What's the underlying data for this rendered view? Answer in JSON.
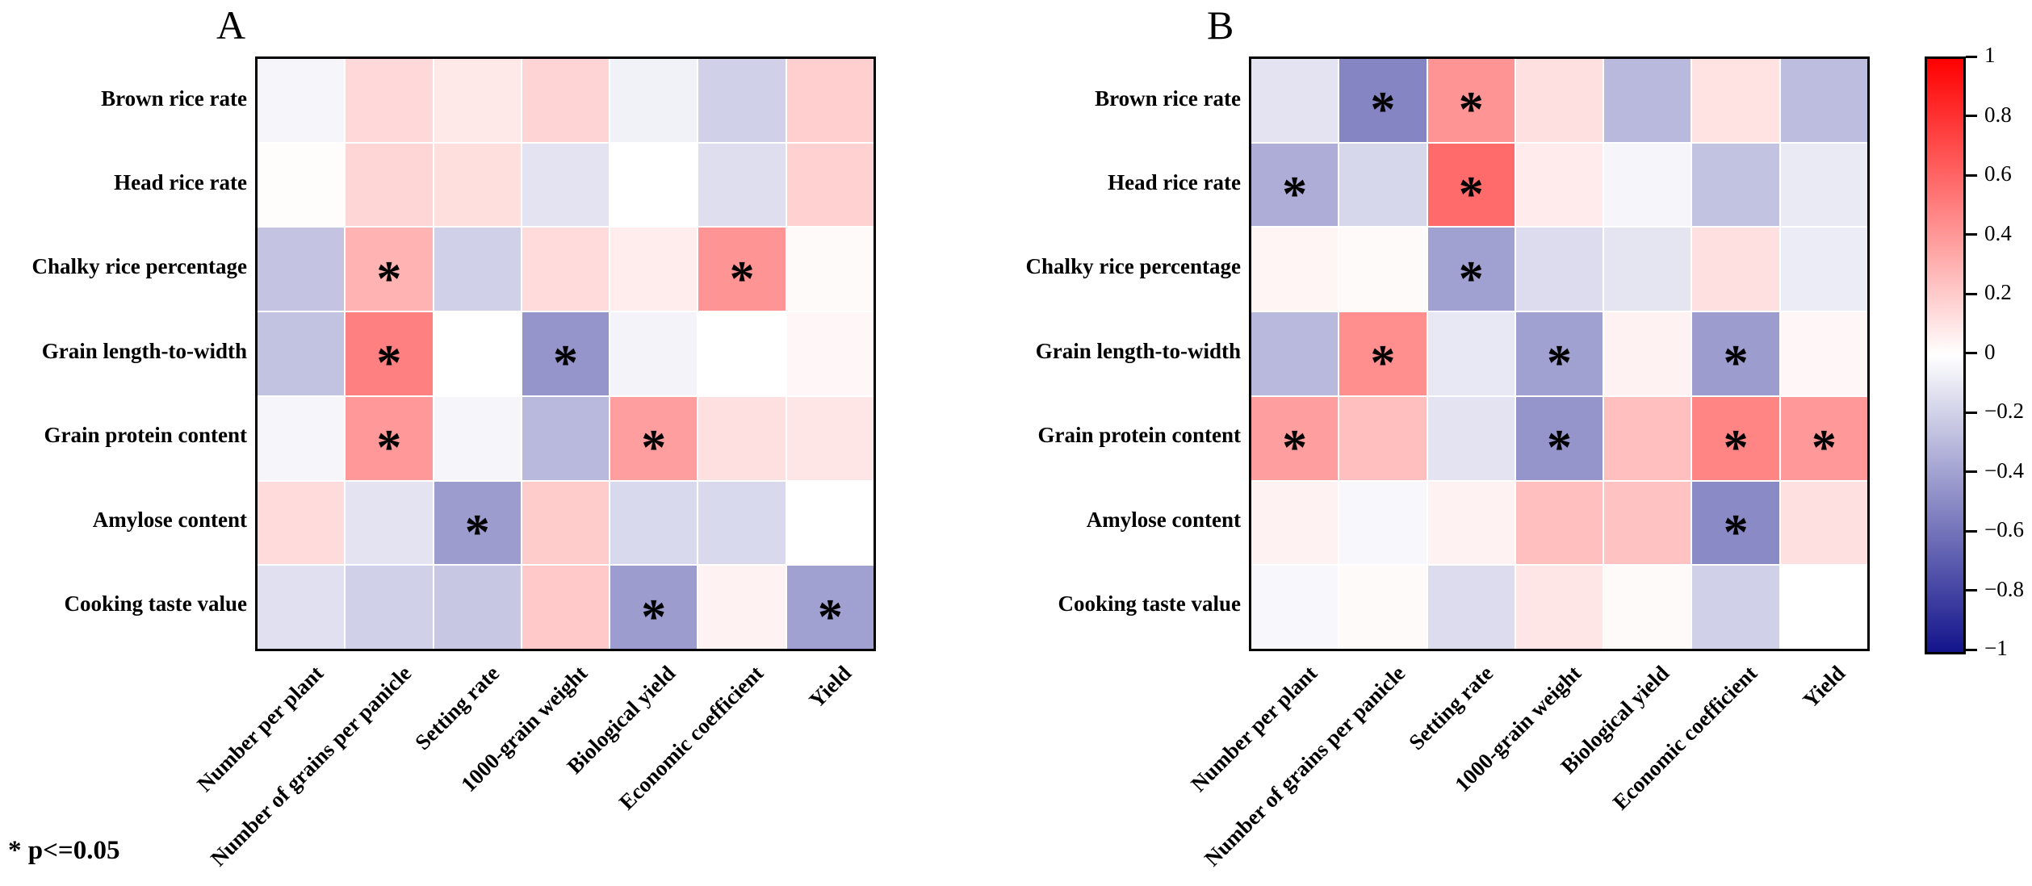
{
  "page": {
    "note": "* p<=0.05"
  },
  "colorbar": {
    "orientation": "vertical",
    "vmin": -1,
    "vmax": 1,
    "max_color": "#FF0000",
    "mid_color": "#FFFFFF",
    "min_color": "#14148C",
    "tick_labels": [
      "1",
      "0.8",
      "0.6",
      "0.4",
      "0.2",
      "0",
      "−0.2",
      "−0.4",
      "−0.6",
      "−0.8",
      "−1"
    ]
  },
  "chart_data": [
    {
      "type": "heatmap",
      "title": "A",
      "rows": [
        "Brown rice rate",
        "Head rice rate",
        "Chalky rice percentage",
        "Grain length-to-width",
        "Grain protein content",
        "Amylose content",
        "Cooking taste value"
      ],
      "columns": [
        "Number per plant",
        "Number of grains per panicle",
        "Setting rate",
        "1000-grain weight",
        "Biological yield",
        "Economic coefficient",
        "Yield"
      ],
      "values": [
        [
          -0.04,
          0.15,
          0.09,
          0.17,
          -0.06,
          -0.2,
          0.19
        ],
        [
          0.01,
          0.16,
          0.13,
          -0.12,
          0.0,
          -0.14,
          0.18
        ],
        [
          -0.25,
          0.3,
          -0.2,
          0.14,
          0.07,
          0.42,
          0.02
        ],
        [
          -0.26,
          0.5,
          0.0,
          -0.45,
          -0.05,
          0.0,
          0.03
        ],
        [
          -0.04,
          0.4,
          -0.04,
          -0.3,
          0.38,
          0.12,
          0.1
        ],
        [
          0.14,
          -0.12,
          -0.42,
          0.2,
          -0.16,
          -0.16,
          0.0
        ],
        [
          -0.13,
          -0.2,
          -0.24,
          0.21,
          -0.42,
          0.05,
          -0.4
        ]
      ],
      "significant": [
        [
          0,
          0,
          0,
          0,
          0,
          0,
          0
        ],
        [
          0,
          0,
          0,
          0,
          0,
          0,
          0
        ],
        [
          0,
          1,
          0,
          0,
          0,
          1,
          0
        ],
        [
          0,
          1,
          0,
          1,
          0,
          0,
          0
        ],
        [
          0,
          1,
          0,
          0,
          1,
          0,
          0
        ],
        [
          0,
          0,
          1,
          0,
          0,
          0,
          0
        ],
        [
          0,
          0,
          0,
          0,
          1,
          0,
          1
        ]
      ],
      "marker": "*"
    },
    {
      "type": "heatmap",
      "title": "B",
      "rows": [
        "Brown rice rate",
        "Head rice rate",
        "Chalky rice percentage",
        "Grain length-to-width",
        "Grain protein content",
        "Amylose content",
        "Cooking taste value"
      ],
      "columns": [
        "Number per plant",
        "Number of grains per panicle",
        "Setting rate",
        "1000-grain weight",
        "Biological yield",
        "Economic coefficient",
        "Yield"
      ],
      "values": [
        [
          -0.12,
          -0.52,
          0.42,
          0.12,
          -0.3,
          0.11,
          -0.28
        ],
        [
          -0.35,
          -0.17,
          0.58,
          0.08,
          -0.04,
          -0.26,
          -0.09
        ],
        [
          0.04,
          0.02,
          -0.4,
          -0.15,
          -0.11,
          0.12,
          -0.08
        ],
        [
          -0.3,
          0.44,
          -0.1,
          -0.4,
          0.05,
          -0.42,
          0.03
        ],
        [
          0.38,
          0.25,
          -0.12,
          -0.45,
          0.25,
          0.48,
          0.4
        ],
        [
          0.05,
          -0.03,
          0.05,
          0.25,
          0.24,
          -0.5,
          0.12
        ],
        [
          -0.03,
          0.02,
          -0.15,
          0.1,
          0.02,
          -0.2,
          0.0
        ]
      ],
      "significant": [
        [
          0,
          1,
          1,
          0,
          0,
          0,
          0
        ],
        [
          1,
          0,
          1,
          0,
          0,
          0,
          0
        ],
        [
          0,
          0,
          1,
          0,
          0,
          0,
          0
        ],
        [
          0,
          1,
          0,
          1,
          0,
          1,
          0
        ],
        [
          1,
          0,
          0,
          1,
          0,
          1,
          1
        ],
        [
          0,
          0,
          0,
          0,
          0,
          1,
          0
        ],
        [
          0,
          0,
          0,
          0,
          0,
          0,
          0
        ]
      ],
      "marker": "*"
    }
  ]
}
